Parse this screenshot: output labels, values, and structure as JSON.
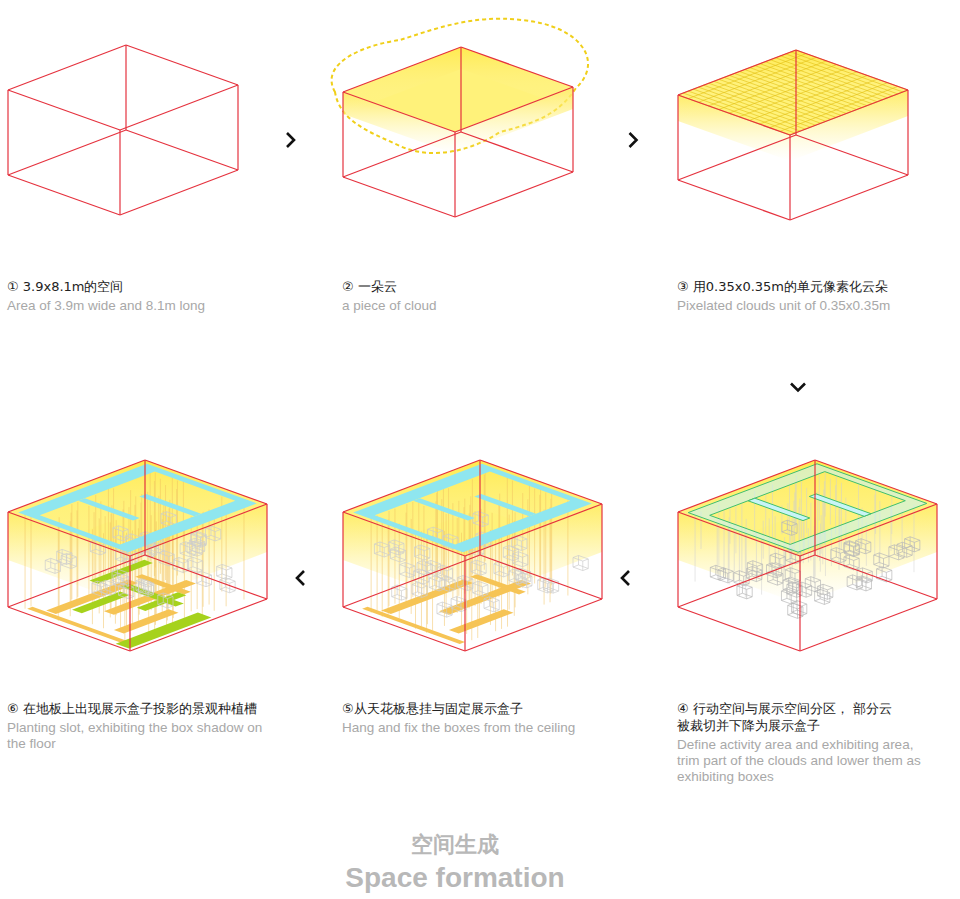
{
  "diagram": {
    "title": "空间生成",
    "caption": "Space formation",
    "nodes": [
      {
        "text": [
          "① 3.9x8.1m的空间",
          "Area of 3.9m wide and 8.1m long"
        ]
      },
      {
        "text": [
          "② 一朵云",
          "a piece of cloud"
        ]
      },
      {
        "text": [
          "③ 用0.35x0.35m的单元像素化云朵",
          "Pixelated clouds unit of 0.35x0.35m"
        ]
      },
      {
        "text": [
          "④ 行动空间与展示空间分区， 部分云被裁切并下降为展示盒子",
          "Define activity area and exhibiting area, trim part of the clouds and lower them as exhibiting boxes"
        ]
      },
      {
        "text": [
          "⑤从天花板悬挂与固定展示盒子",
          "Hang and fix the boxes from the ceiling"
        ]
      },
      {
        "text": [
          "⑥ 在地板上出现展示盒子投影的景观种植槽",
          "Planting slot, exhibiting the box shadow on the floor"
        ]
      }
    ],
    "edges": [
      {
        "from": 0,
        "to": 1,
        "arrow": "to"
      },
      {
        "from": 1,
        "to": 2,
        "arrow": "to"
      },
      {
        "from": 2,
        "to": 3,
        "arrow": "to"
      },
      {
        "from": 3,
        "to": 4,
        "arrow": "to"
      },
      {
        "from": 4,
        "to": 5,
        "arrow": "to"
      }
    ]
  }
}
